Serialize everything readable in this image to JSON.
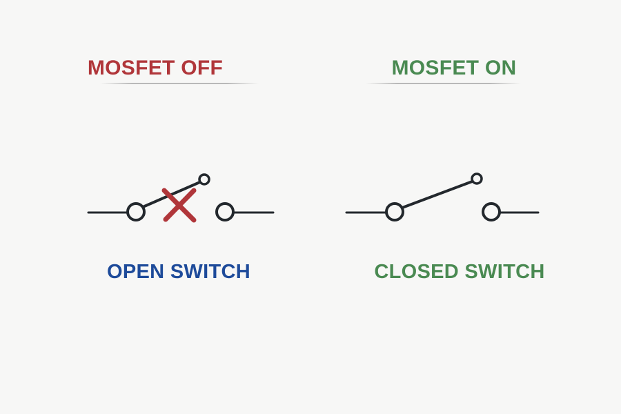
{
  "off_panel": {
    "title": "MOSFET OFF",
    "caption": "OPEN SWITCH",
    "title_color": "#b0363a",
    "caption_color": "#1e4b9a",
    "icon": "cross-icon",
    "icon_color": "#b0363a"
  },
  "on_panel": {
    "title": "MOSFET ON",
    "caption": "CLOSED SWITCH",
    "title_color": "#4a8a52",
    "caption_color": "#4a8a52"
  },
  "colors": {
    "wire": "#23282d",
    "underline": "#c9c9c9"
  }
}
